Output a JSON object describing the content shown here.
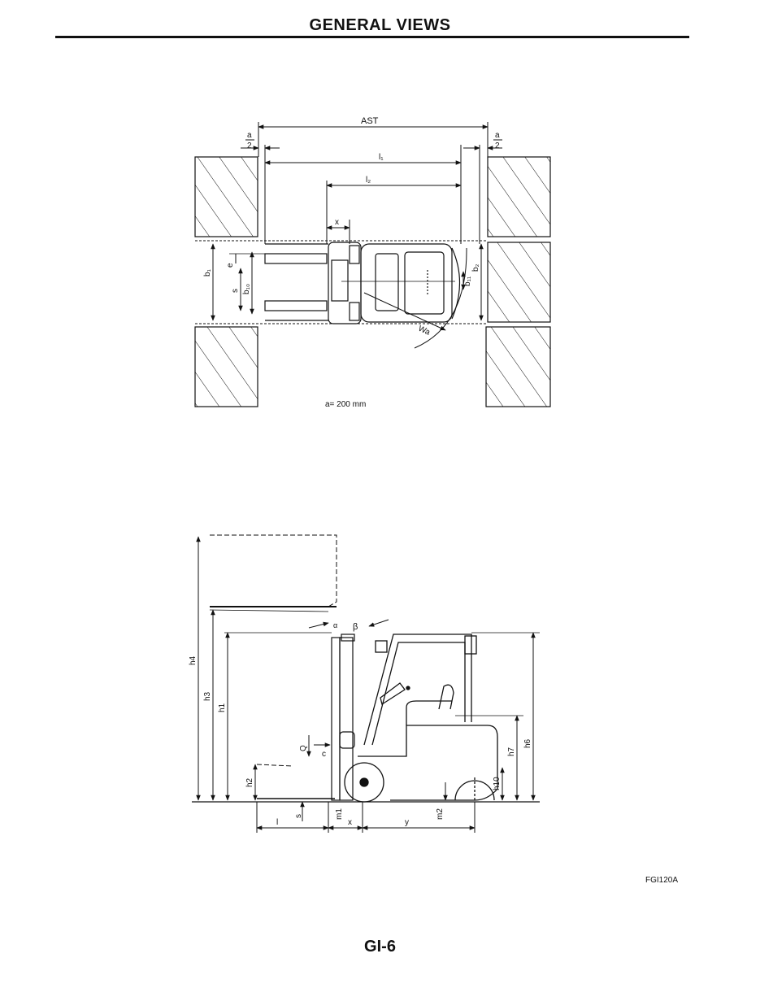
{
  "header": {
    "title": "GENERAL VIEWS"
  },
  "top_view": {
    "labels": {
      "ast": "AST",
      "a_num_left": "a",
      "a_den_left": "2",
      "a_num_right": "a",
      "a_den_right": "2",
      "l1": "l₁",
      "l2": "l₂",
      "x": "x",
      "b1": "b₁",
      "b2": "b₂",
      "b10": "b₁₀",
      "b11": "b₁₁",
      "e": "e",
      "s": "s",
      "wa": "Wa"
    },
    "note": "a= 200 mm"
  },
  "side_view": {
    "labels": {
      "h4": "h4",
      "h3": "h3",
      "h1": "h1",
      "h2": "h2",
      "h6": "h6",
      "h7": "h7",
      "h10": "h10",
      "alpha": "α",
      "beta": "β",
      "q": "Q",
      "c": "c",
      "l": "l",
      "s": "s",
      "m1": "m1",
      "x": "x",
      "y": "y",
      "m2": "m2"
    }
  },
  "footer": {
    "figure_code": "FGI120A",
    "page_number": "GI-6"
  }
}
